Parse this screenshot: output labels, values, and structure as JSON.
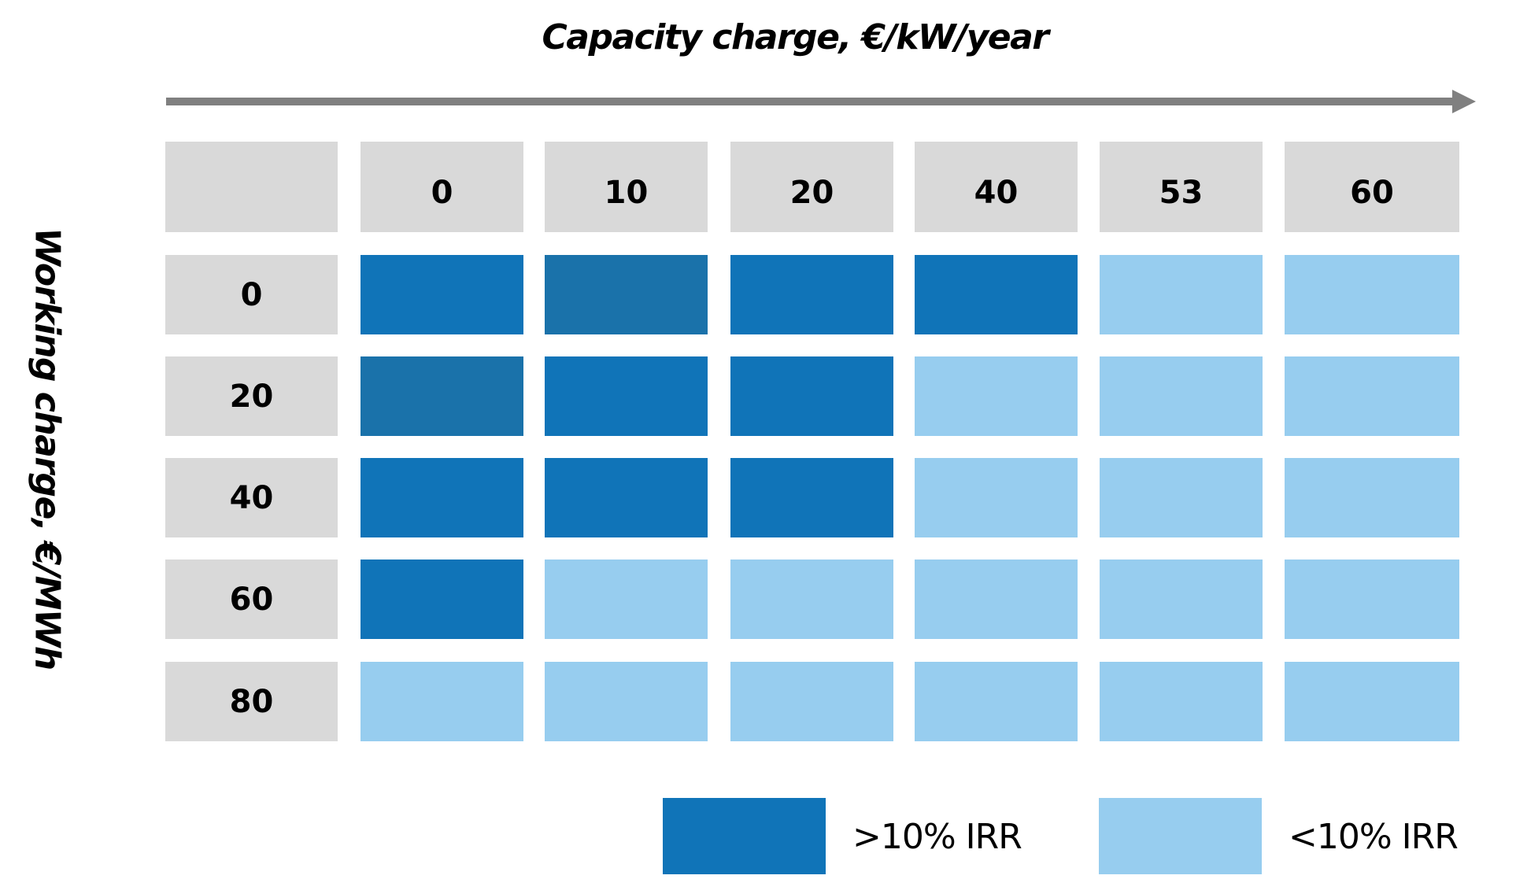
{
  "chart_data": {
    "type": "heatmap",
    "title": "Capacity charge, €/kW/year",
    "xlabel": "Capacity charge, €/kW/year",
    "ylabel": "Working charge, €/MWh",
    "x_categories": [
      "0",
      "10",
      "20",
      "40",
      "53",
      "60"
    ],
    "y_categories": [
      "0",
      "20",
      "40",
      "60",
      "80"
    ],
    "cells": [
      [
        "high",
        "high_alt",
        "high",
        "high",
        "low",
        "low"
      ],
      [
        "high_alt",
        "high",
        "high",
        "low",
        "low",
        "low"
      ],
      [
        "high",
        "high",
        "high",
        "low",
        "low",
        "low"
      ],
      [
        "high",
        "low",
        "low",
        "low",
        "low",
        "low"
      ],
      [
        "low",
        "low",
        "low",
        "low",
        "low",
        "low"
      ]
    ],
    "legend": [
      {
        "key": "high",
        "label": ">10% IRR",
        "color": "#1074b8"
      },
      {
        "key": "low",
        "label": "<10% IRR",
        "color": "#97cdef"
      }
    ],
    "colors": {
      "high": "#1074b8",
      "high_alt": "#1a72aa",
      "low": "#97cdef",
      "header": "#d9d9d9",
      "arrow": "#808080"
    }
  }
}
